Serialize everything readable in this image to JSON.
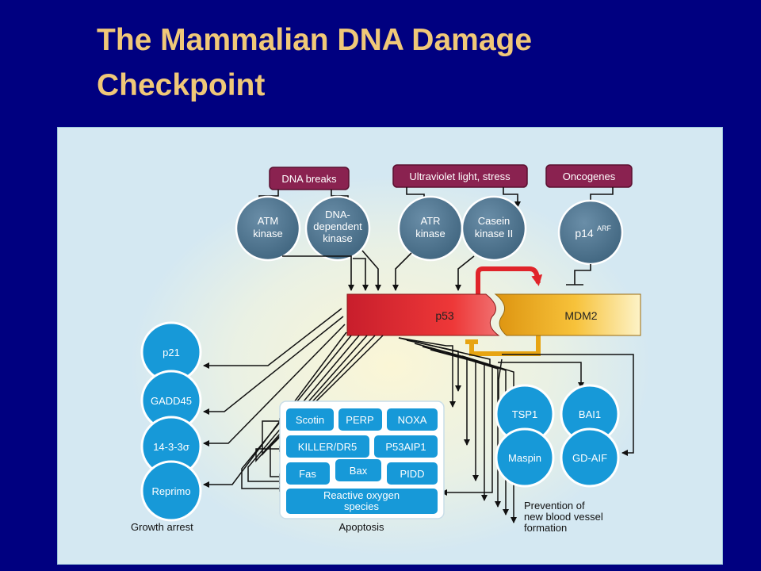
{
  "slide": {
    "title_line1": "The Mammalian DNA Damage",
    "title_line2": "Checkpoint"
  },
  "stimuli": {
    "dna_breaks": "DNA breaks",
    "uv_stress": "Ultraviolet light, stress",
    "oncogenes": "Oncogenes"
  },
  "kinases": {
    "atm_1": "ATM",
    "atm_2": "kinase",
    "dnapk_1": "DNA-",
    "dnapk_2": "dependent",
    "dnapk_3": "kinase",
    "atr_1": "ATR",
    "atr_2": "kinase",
    "ck_1": "Casein",
    "ck_2": "kinase II",
    "p14": "p14",
    "p14_sup": "ARF"
  },
  "core": {
    "p53": "p53",
    "mdm2": "MDM2"
  },
  "growth_arrest": {
    "label": "Growth arrest",
    "items": [
      "p21",
      "GADD45",
      "14-3-3σ",
      "Reprimo"
    ]
  },
  "apoptosis": {
    "label": "Apoptosis",
    "items": [
      "Scotin",
      "PERP",
      "NOXA",
      "KILLER/DR5",
      "P53AIP1",
      "Fas",
      "Bax",
      "PIDD"
    ],
    "ros_1": "Reactive oxygen",
    "ros_2": "species"
  },
  "angiogenesis": {
    "label_1": "Prevention of",
    "label_2": "new blood vessel",
    "label_3": "formation",
    "items": [
      "TSP1",
      "BAI1",
      "Maspin",
      "GD-AIF"
    ]
  },
  "colors": {
    "background": "#000080",
    "title": "#f0c878",
    "stimulus_box": "#8a2250",
    "kinase_node": "#4f7590",
    "target_node": "#1799d8",
    "p53": "#e0242a",
    "mdm2": "#e7a412"
  }
}
